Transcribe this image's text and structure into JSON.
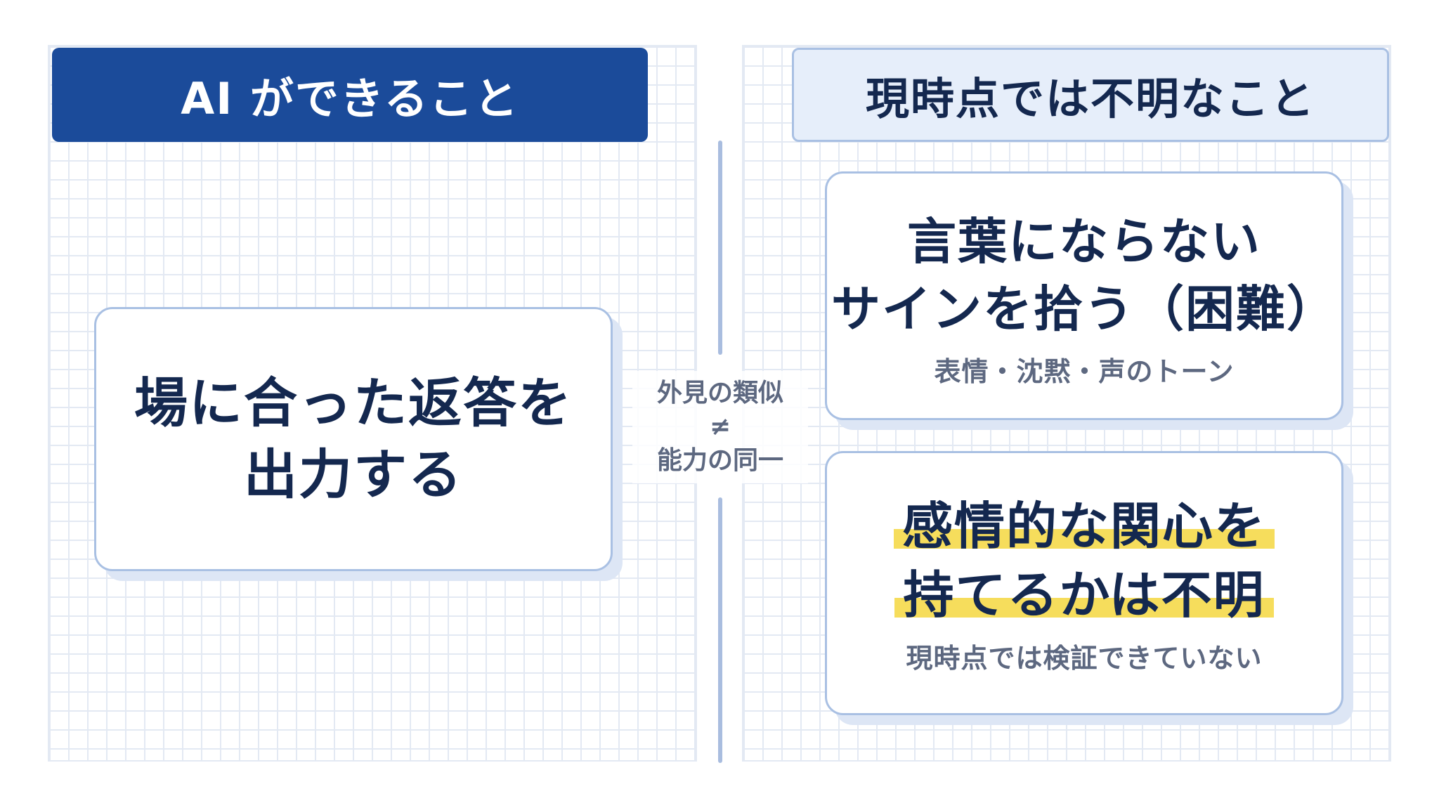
{
  "left": {
    "header": "AI ができること",
    "card_lines": [
      "場に合った返答を",
      "出力する"
    ]
  },
  "middle": {
    "line1": "外見の類似",
    "line2": "≠",
    "line3": "能力の同一"
  },
  "right": {
    "header": "現時点では不明なこと",
    "card_top": {
      "lines": [
        "言葉にならない",
        "サインを拾う（困難）"
      ],
      "sub": "表情・沈黙・声のトーン"
    },
    "card_bottom": {
      "lines": [
        "感情的な関心を",
        "持てるかは不明"
      ],
      "sub": "現時点では検証できていない"
    }
  },
  "colors": {
    "left_header_bg": "#1b4b9a",
    "right_header_bg": "#e6eefa",
    "text_dark": "#14284f",
    "highlight": "#f6dd5c"
  }
}
